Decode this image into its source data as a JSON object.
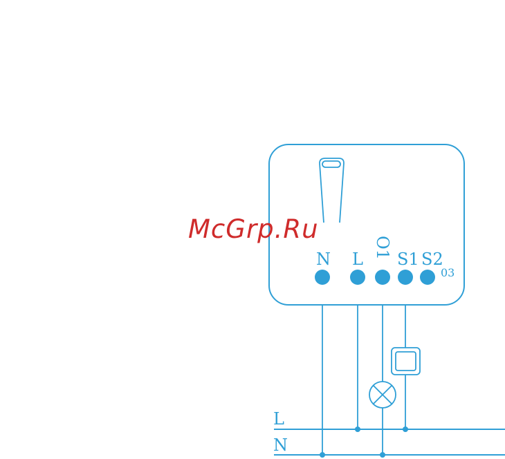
{
  "diagram": {
    "terminals": [
      {
        "id": "N",
        "label": "N"
      },
      {
        "id": "L",
        "label": "L"
      },
      {
        "id": "O1",
        "label": "O1"
      },
      {
        "id": "S1",
        "label": "S1"
      },
      {
        "id": "S2",
        "label": "S2"
      }
    ],
    "model_code": "03",
    "lines": [
      {
        "id": "L",
        "label": "L"
      },
      {
        "id": "N",
        "label": "N"
      }
    ],
    "components": [
      "relay-module",
      "lamp",
      "push-switch"
    ],
    "colors": {
      "stroke": "#2f9fd6",
      "terminal": "#2f9fd6",
      "watermark": "#cf2b2b"
    }
  },
  "watermark": {
    "text": "McGrp.Ru"
  }
}
